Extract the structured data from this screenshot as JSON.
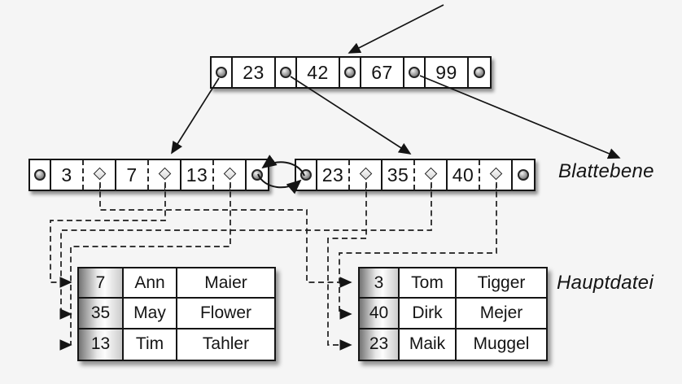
{
  "colors": {
    "background": "#f5f5f5",
    "ink": "#141414",
    "node_fill": "#ffffff",
    "key_column_gradient": [
      "#747474",
      "#fdfdfd",
      "#cbcbcb"
    ]
  },
  "icons": {
    "pointer": {
      "name": "pointer-circle-icon",
      "shape": "●"
    },
    "record_ref": {
      "name": "record-ref-diamond-icon",
      "shape": "◇"
    }
  },
  "tree": {
    "root": {
      "keys": [
        "23",
        "42",
        "67",
        "99"
      ]
    },
    "leaves": [
      {
        "keys": [
          "3",
          "7",
          "13"
        ]
      },
      {
        "keys": [
          "23",
          "35",
          "40"
        ]
      }
    ]
  },
  "labels": {
    "leaf_level": "Blattebene",
    "main_file": "Hauptdatei"
  },
  "main_file": {
    "tables": [
      {
        "rows": [
          [
            "7",
            "Ann",
            "Maier"
          ],
          [
            "35",
            "May",
            "Flower"
          ],
          [
            "13",
            "Tim",
            "Tahler"
          ]
        ]
      },
      {
        "rows": [
          [
            "3",
            "Tom",
            "Tigger"
          ],
          [
            "40",
            "Dirk",
            "Mejer"
          ],
          [
            "23",
            "Maik",
            "Muggel"
          ]
        ]
      }
    ]
  }
}
